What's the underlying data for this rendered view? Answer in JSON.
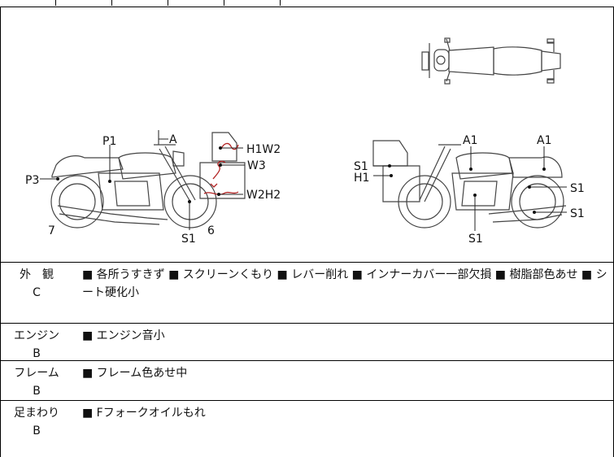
{
  "diagram": {
    "labels": {
      "a_top": "A",
      "p1": "P1",
      "p3": "P3",
      "seven": "7",
      "s1_bottom_left": "S1",
      "six": "6",
      "h1w2": "H1W2",
      "w3": "W3",
      "w2h2": "W2H2",
      "a1_left": "A1",
      "a1_right": "A1",
      "s1_left_side": "S1",
      "h1_left_side": "H1",
      "s1_right_1": "S1",
      "s1_right_2": "S1",
      "s1_bottom_right": "S1"
    }
  },
  "rows": [
    {
      "label": "外　観",
      "grade": "C",
      "text": "■ 各所うすきず ■ スクリーンくもり ■ レバー削れ ■ インナーカバー一部欠損 ■ 樹脂部色あせ ■ シート硬化小"
    },
    {
      "label": "エンジン",
      "grade": "B",
      "text": "■ エンジン音小"
    },
    {
      "label": "フレーム",
      "grade": "B",
      "text": "■ フレーム色あせ中"
    },
    {
      "label": "足まわり",
      "grade": "B",
      "text": "■ Fフォークオイルもれ"
    }
  ]
}
